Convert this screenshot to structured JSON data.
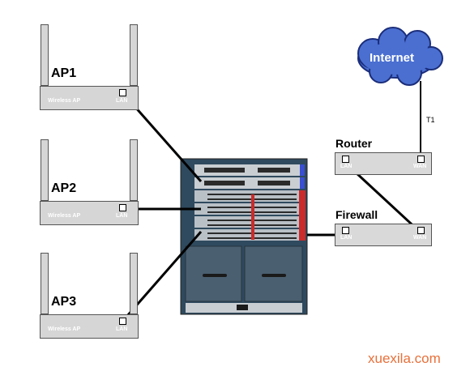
{
  "access_points": [
    {
      "name": "AP1",
      "model": "Wireless AP",
      "port": "LAN"
    },
    {
      "name": "AP2",
      "model": "Wireless AP",
      "port": "LAN"
    },
    {
      "name": "AP3",
      "model": "Wireless AP",
      "port": "LAN"
    }
  ],
  "router": {
    "title": "Router",
    "lan": "LAN",
    "wan": "WAN"
  },
  "firewall": {
    "title": "Firewall",
    "lan": "LAN",
    "wan": "WAN"
  },
  "internet": {
    "label": "Internet",
    "link": "T1"
  },
  "watermark": "xuexila.com",
  "colors": {
    "cloud": "#4a6fd1",
    "device_grey": "#d9d9d9",
    "switch_chassis": "#2f4a5e",
    "watermark": "#e8703a"
  }
}
